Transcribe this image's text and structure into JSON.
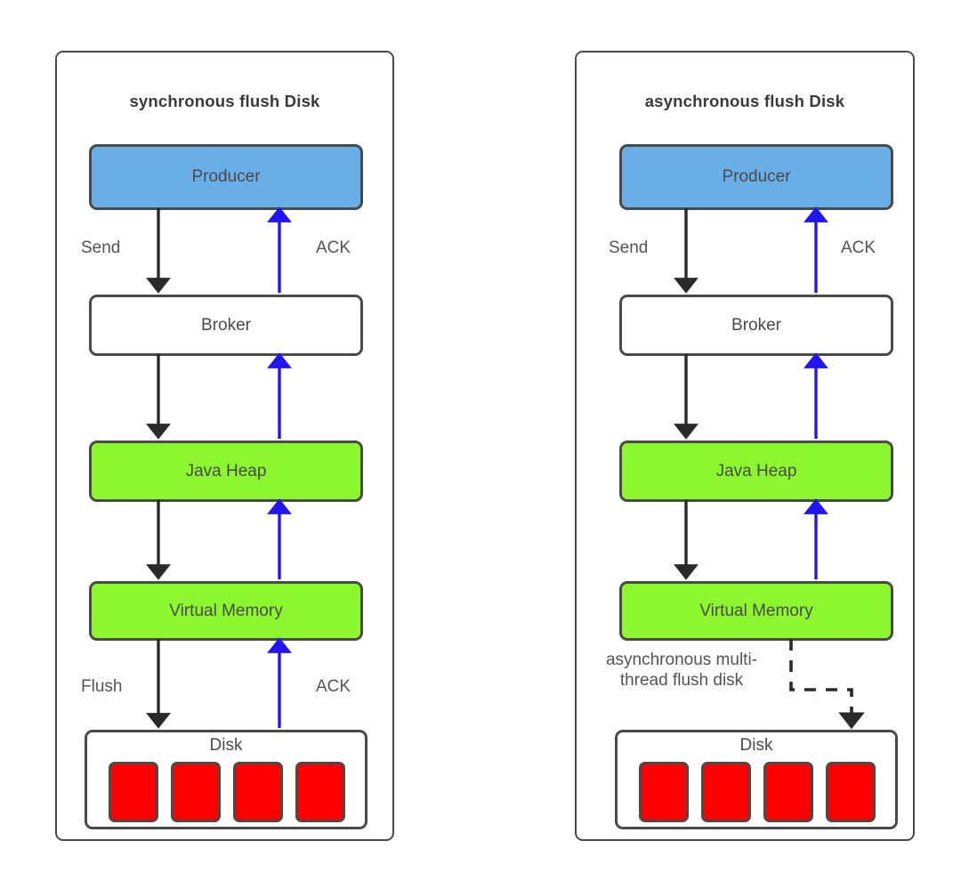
{
  "diagram": {
    "title_left": "synchronous flush Disk",
    "title_right": "asynchronous flush Disk",
    "colors": {
      "producer": "#6aaee8",
      "memory": "#8cf72e",
      "disk_cell": "#fe0000",
      "stroke": "#4a4a4a",
      "ack_arrow": "#2116f0",
      "flow_arrow": "#2a2a2a",
      "background": "#ffffff"
    }
  },
  "panels": [
    {
      "id": "synchronous",
      "title": "synchronous flush Disk",
      "nodes": [
        {
          "id": "producer",
          "label": "Producer"
        },
        {
          "id": "broker",
          "label": "Broker"
        },
        {
          "id": "java_heap",
          "label": "Java Heap"
        },
        {
          "id": "virtual_memory",
          "label": "Virtual Memory"
        },
        {
          "id": "disk",
          "label": "Disk"
        }
      ],
      "disk_cells": 4,
      "edge_labels": [
        {
          "id": "send",
          "text": "Send"
        },
        {
          "id": "ack_top",
          "text": "ACK"
        },
        {
          "id": "flush",
          "text": "Flush"
        },
        {
          "id": "ack_bottom",
          "text": "ACK"
        }
      ]
    },
    {
      "id": "asynchronous",
      "title": "asynchronous flush Disk",
      "nodes": [
        {
          "id": "producer",
          "label": "Producer"
        },
        {
          "id": "broker",
          "label": "Broker"
        },
        {
          "id": "java_heap",
          "label": "Java Heap"
        },
        {
          "id": "virtual_memory",
          "label": "Virtual Memory"
        },
        {
          "id": "disk",
          "label": "Disk"
        }
      ],
      "disk_cells": 4,
      "edge_labels": [
        {
          "id": "send",
          "text": "Send"
        },
        {
          "id": "ack_top",
          "text": "ACK"
        },
        {
          "id": "async_flush",
          "text": "asynchronous multi-thread flush disk"
        }
      ]
    }
  ]
}
